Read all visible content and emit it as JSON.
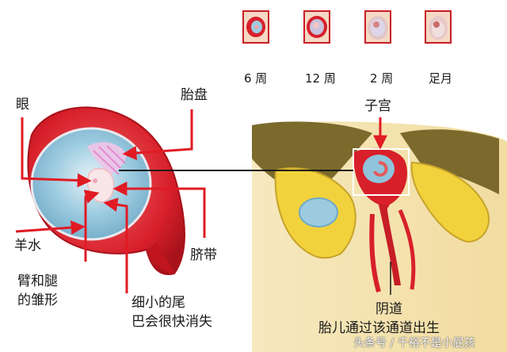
{
  "stage_thumbnails": [
    {
      "caption": "6 周"
    },
    {
      "caption": "12 周"
    },
    {
      "caption": "2 周"
    },
    {
      "caption": "足月"
    }
  ],
  "labels": {
    "eye": "眼",
    "placenta": "胎盘",
    "uterus": "子宫",
    "amniotic_fluid": "羊水",
    "umbilical_cord": "脐带",
    "limb_buds_line1": "臂和腿",
    "limb_buds_line2": "的雏形",
    "tail_line1": "细小的尾",
    "tail_line2": "巴会很快消失",
    "vagina_line1": "阴道",
    "vagina_line2": "胎儿通过该通道出生"
  },
  "watermark": "头条号 / 千裕不是小屁孩",
  "colors": {
    "uterus_red": "#d8202b",
    "amniotic_blue": "#8fc4dc",
    "body_yellow": "#f2d23c",
    "skin": "#f6e7b5",
    "arrow_red": "#e01b24",
    "frame_red": "#c71d26"
  }
}
